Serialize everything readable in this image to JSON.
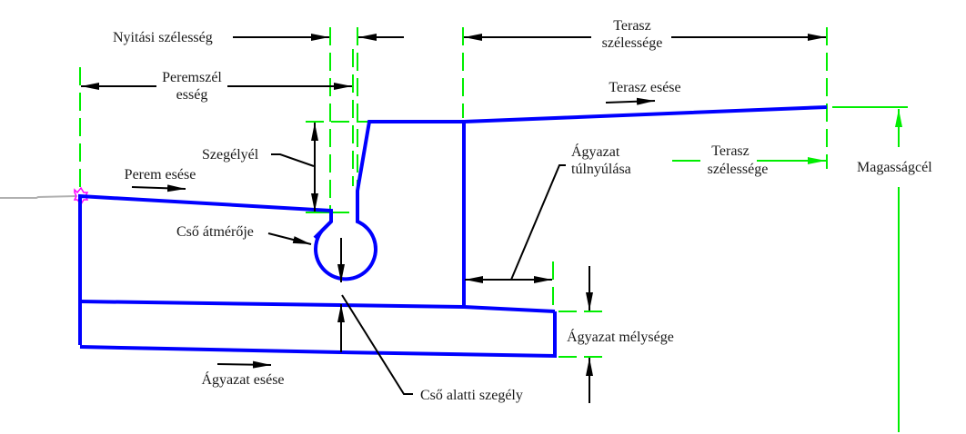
{
  "diagram": {
    "title": "Trench / terrace cross-section dimension diagram",
    "colors": {
      "geometry": "#0000ff",
      "extension_lines": "#00ee00",
      "dimension_lines": "#000000",
      "insertion_marker": "#ff00ff",
      "baseline": "#b0b0b0"
    },
    "labels": {
      "opening_width": "Nyitási szélesség",
      "edge_width_line1": "Peremszél",
      "edge_width_line2": "esség",
      "terrace_width_top_line1": "Terasz",
      "terrace_width_top_line2": "szélessége",
      "terrace_slope": "Terasz esése",
      "edge_slope": "Perem esése",
      "curb_edge": "Szegélyél",
      "pipe_diameter": "Cső átmérője",
      "bedding_overhang_line1": "Ágyazat",
      "bedding_overhang_line2": "túlnyúlása",
      "terrace_width_side_line1": "Terasz",
      "terrace_width_side_line2": "szélessége",
      "elevation_target": "Magasságcél",
      "bedding_depth": "Ágyazat mélysége",
      "bedding_slope": "Ágyazat esése",
      "under_pipe_border": "Cső alatti szegély"
    }
  }
}
